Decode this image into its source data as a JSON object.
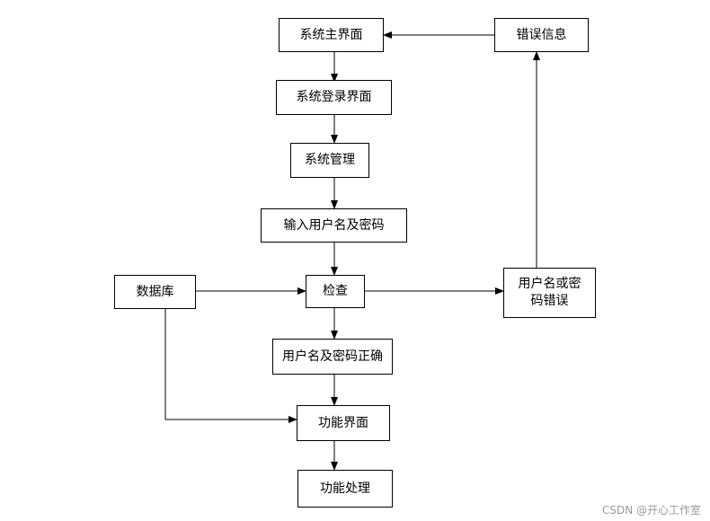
{
  "nodes": {
    "main": "系统主界面",
    "login": "系统登录界面",
    "manage": "系统管理",
    "input": "输入用户名及密码",
    "check": "检查",
    "db": "数据库",
    "error_check": "用户名或密\n码错误",
    "error_info": "错误信息",
    "ok": "用户名及密码正确",
    "func_ui": "功能界面",
    "func_proc": "功能处理"
  },
  "watermark": "CSDN @开心工作室"
}
